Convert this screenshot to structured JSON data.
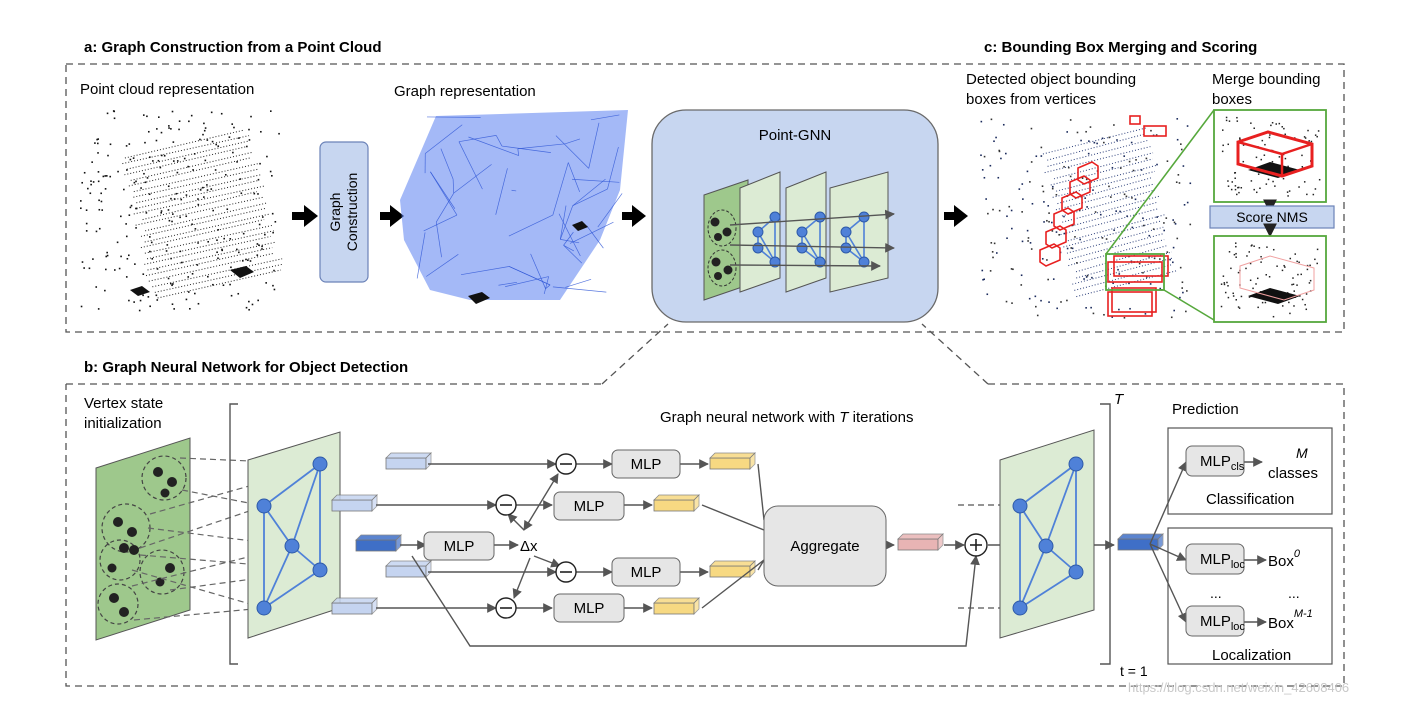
{
  "panel_a": {
    "title": "a: Graph Construction from a Point Cloud",
    "point_cloud_label": "Point cloud representation",
    "graph_label": "Graph representation",
    "construction_box_line1": "Graph",
    "construction_box_line2": "Construction",
    "pointgnn_label": "Point-GNN"
  },
  "panel_c": {
    "title": "c: Bounding Box Merging and Scoring",
    "detected_line1": "Detected object bounding",
    "detected_line2": "boxes from vertices",
    "merge_line1": "Merge bounding",
    "merge_line2": "boxes",
    "score_nms": "Score NMS"
  },
  "panel_b": {
    "title": "b: Graph Neural Network for Object Detection",
    "vertex_init_line1": "Vertex state",
    "vertex_init_line2": "initialization",
    "gnn_header_prefix": "Graph neural network with ",
    "gnn_header_T": "T",
    "gnn_header_suffix": " iterations",
    "mlp": "MLP",
    "delta_x": "Δx",
    "aggregate": "Aggregate",
    "iter_top": "T",
    "iter_bottom": "t = 1",
    "prediction": "Prediction",
    "mlp_cls_base": "MLP",
    "mlp_cls_sub": "cls",
    "classes_M": "M",
    "classes_word": "classes",
    "classification": "Classification",
    "mlp_loc_base": "MLP",
    "mlp_loc_sub": "loc",
    "box_word": "Box",
    "box0_sup": "0",
    "boxM_sup": "M-1",
    "ellipsis": "...",
    "localization": "Localization"
  },
  "watermark": "https://blog.csdn.net/weixin_42608406",
  "colors": {
    "graph_blue": "#4a6ee0",
    "vertex_fill": "#4f81d8",
    "green_panel": "#dcebd4",
    "green_dark": "#9ec88c",
    "pointgnn_bg": "#c7d6f0",
    "red_box": "#e82020",
    "feat_light_blue": "#c5d4f0",
    "feat_dark_blue": "#3f6fc7",
    "feat_yellow": "#f7d982",
    "feat_pink": "#e8b4b4",
    "gray_box": "#e6e6e6",
    "dash_border": "#555555"
  }
}
